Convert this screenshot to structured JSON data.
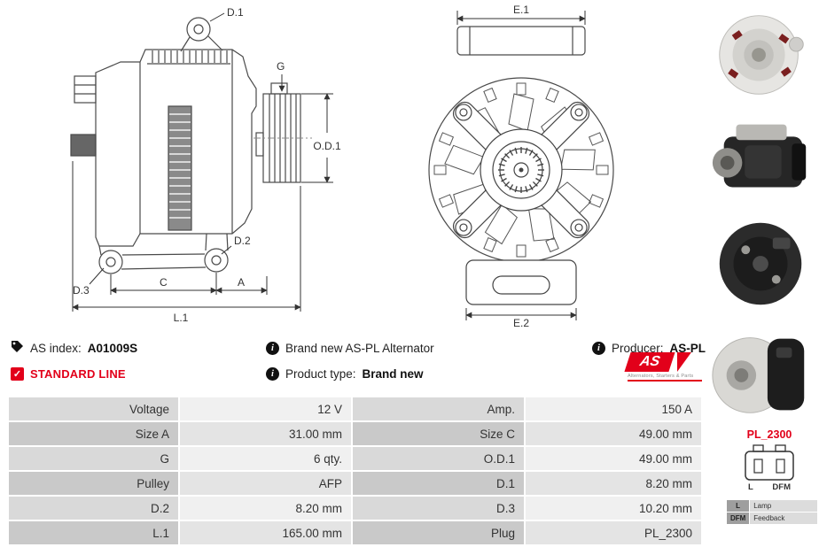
{
  "header": {
    "as_index": {
      "label": "AS index:",
      "value": "A01009S"
    },
    "brand_new": "Brand new AS-PL Alternator",
    "producer": {
      "label": "Producer:",
      "value": "AS-PL"
    },
    "standard_line": "STANDARD LINE",
    "product_type": {
      "label": "Product type:",
      "value": "Brand new"
    },
    "logo": {
      "text": "AS",
      "subtext": "Alternators, Starters & Parts"
    }
  },
  "icons": {
    "info": "i",
    "check": "✓"
  },
  "drawing_side": {
    "d1": "D.1",
    "g": "G",
    "od1": "O.D.1",
    "d2": "D.2",
    "d3": "D.3",
    "c": "C",
    "a": "A",
    "l1": "L.1"
  },
  "drawing_front": {
    "e1": "E.1",
    "e2": "E.2"
  },
  "spec_table": {
    "rows": [
      {
        "l1": "Voltage",
        "v1": "12 V",
        "l2": "Amp.",
        "v2": "150 A"
      },
      {
        "l1": "Size A",
        "v1": "31.00 mm",
        "l2": "Size C",
        "v2": "49.00 mm"
      },
      {
        "l1": "G",
        "v1": "6 qty.",
        "l2": "O.D.1",
        "v2": "49.00 mm"
      },
      {
        "l1": "Pulley",
        "v1": "AFP",
        "l2": "D.1",
        "v2": "8.20 mm"
      },
      {
        "l1": "D.2",
        "v1": "8.20 mm",
        "l2": "D.3",
        "v2": "10.20 mm"
      },
      {
        "l1": "L.1",
        "v1": "165.00 mm",
        "l2": "Plug",
        "v2": "PL_2300"
      }
    ]
  },
  "plug": {
    "name": "PL_2300",
    "pin_left": "L",
    "pin_right": "DFM",
    "legend": [
      {
        "pin": "L",
        "desc": "Lamp"
      },
      {
        "pin": "DFM",
        "desc": "Feedback"
      }
    ]
  },
  "colors": {
    "accent_red": "#e2001a"
  }
}
